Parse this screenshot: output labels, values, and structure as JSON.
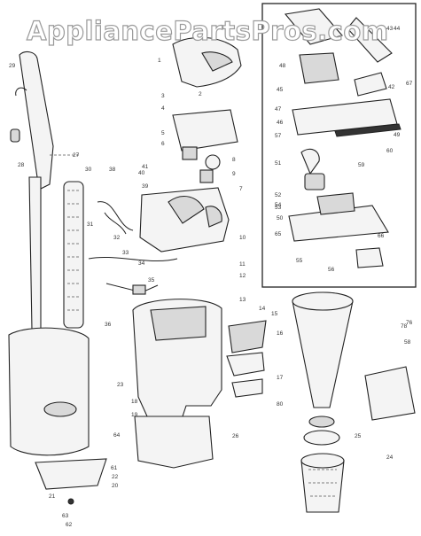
{
  "watermark": "AppliancePartsPros.com",
  "callouts": [
    {
      "id": "c1",
      "text": "1"
    },
    {
      "id": "c2",
      "text": "2"
    },
    {
      "id": "c3",
      "text": "3"
    },
    {
      "id": "c4",
      "text": "4"
    },
    {
      "id": "c5",
      "text": "5"
    },
    {
      "id": "c6",
      "text": "6"
    },
    {
      "id": "c7",
      "text": "7"
    },
    {
      "id": "c8",
      "text": "8"
    },
    {
      "id": "c9",
      "text": "9"
    },
    {
      "id": "c10",
      "text": "10"
    },
    {
      "id": "c11",
      "text": "11"
    },
    {
      "id": "c12",
      "text": "12"
    },
    {
      "id": "c13",
      "text": "13"
    },
    {
      "id": "c14",
      "text": "14"
    },
    {
      "id": "c15",
      "text": "15"
    },
    {
      "id": "c16",
      "text": "16"
    },
    {
      "id": "c17",
      "text": "17"
    },
    {
      "id": "c18",
      "text": "18"
    },
    {
      "id": "c19",
      "text": "19"
    },
    {
      "id": "c20",
      "text": "20"
    },
    {
      "id": "c21",
      "text": "21"
    },
    {
      "id": "c22",
      "text": "22"
    },
    {
      "id": "c23",
      "text": "23"
    },
    {
      "id": "c24",
      "text": "24"
    },
    {
      "id": "c25",
      "text": "25"
    },
    {
      "id": "c26",
      "text": "26"
    },
    {
      "id": "c27",
      "text": "27"
    },
    {
      "id": "c28",
      "text": "28"
    },
    {
      "id": "c29",
      "text": "29"
    },
    {
      "id": "c30",
      "text": "30"
    },
    {
      "id": "c31",
      "text": "31"
    },
    {
      "id": "c32",
      "text": "32"
    },
    {
      "id": "c33",
      "text": "33"
    },
    {
      "id": "c34",
      "text": "34"
    },
    {
      "id": "c35",
      "text": "35"
    },
    {
      "id": "c36",
      "text": "36"
    },
    {
      "id": "c38",
      "text": "38"
    },
    {
      "id": "c39",
      "text": "39"
    },
    {
      "id": "c40",
      "text": "40"
    },
    {
      "id": "c41",
      "text": "41"
    },
    {
      "id": "c42",
      "text": "42"
    },
    {
      "id": "c43",
      "text": "43"
    },
    {
      "id": "c44",
      "text": "44"
    },
    {
      "id": "c45",
      "text": "45"
    },
    {
      "id": "c46",
      "text": "46"
    },
    {
      "id": "c47",
      "text": "47"
    },
    {
      "id": "c48",
      "text": "48"
    },
    {
      "id": "c49",
      "text": "49"
    },
    {
      "id": "c50",
      "text": "50"
    },
    {
      "id": "c51",
      "text": "51"
    },
    {
      "id": "c52",
      "text": "52"
    },
    {
      "id": "c53",
      "text": "53"
    },
    {
      "id": "c54",
      "text": "54"
    },
    {
      "id": "c55",
      "text": "55"
    },
    {
      "id": "c56",
      "text": "56"
    },
    {
      "id": "c57",
      "text": "57"
    },
    {
      "id": "c58",
      "text": "58"
    },
    {
      "id": "c59",
      "text": "59"
    },
    {
      "id": "c60",
      "text": "60"
    },
    {
      "id": "c61",
      "text": "61"
    },
    {
      "id": "c62",
      "text": "62"
    },
    {
      "id": "c63",
      "text": "63"
    },
    {
      "id": "c64",
      "text": "64"
    },
    {
      "id": "c65",
      "text": "65"
    },
    {
      "id": "c66",
      "text": "66"
    },
    {
      "id": "c67",
      "text": "67"
    },
    {
      "id": "c76",
      "text": "76"
    },
    {
      "id": "c78",
      "text": "78"
    },
    {
      "id": "c80",
      "text": "80"
    }
  ]
}
